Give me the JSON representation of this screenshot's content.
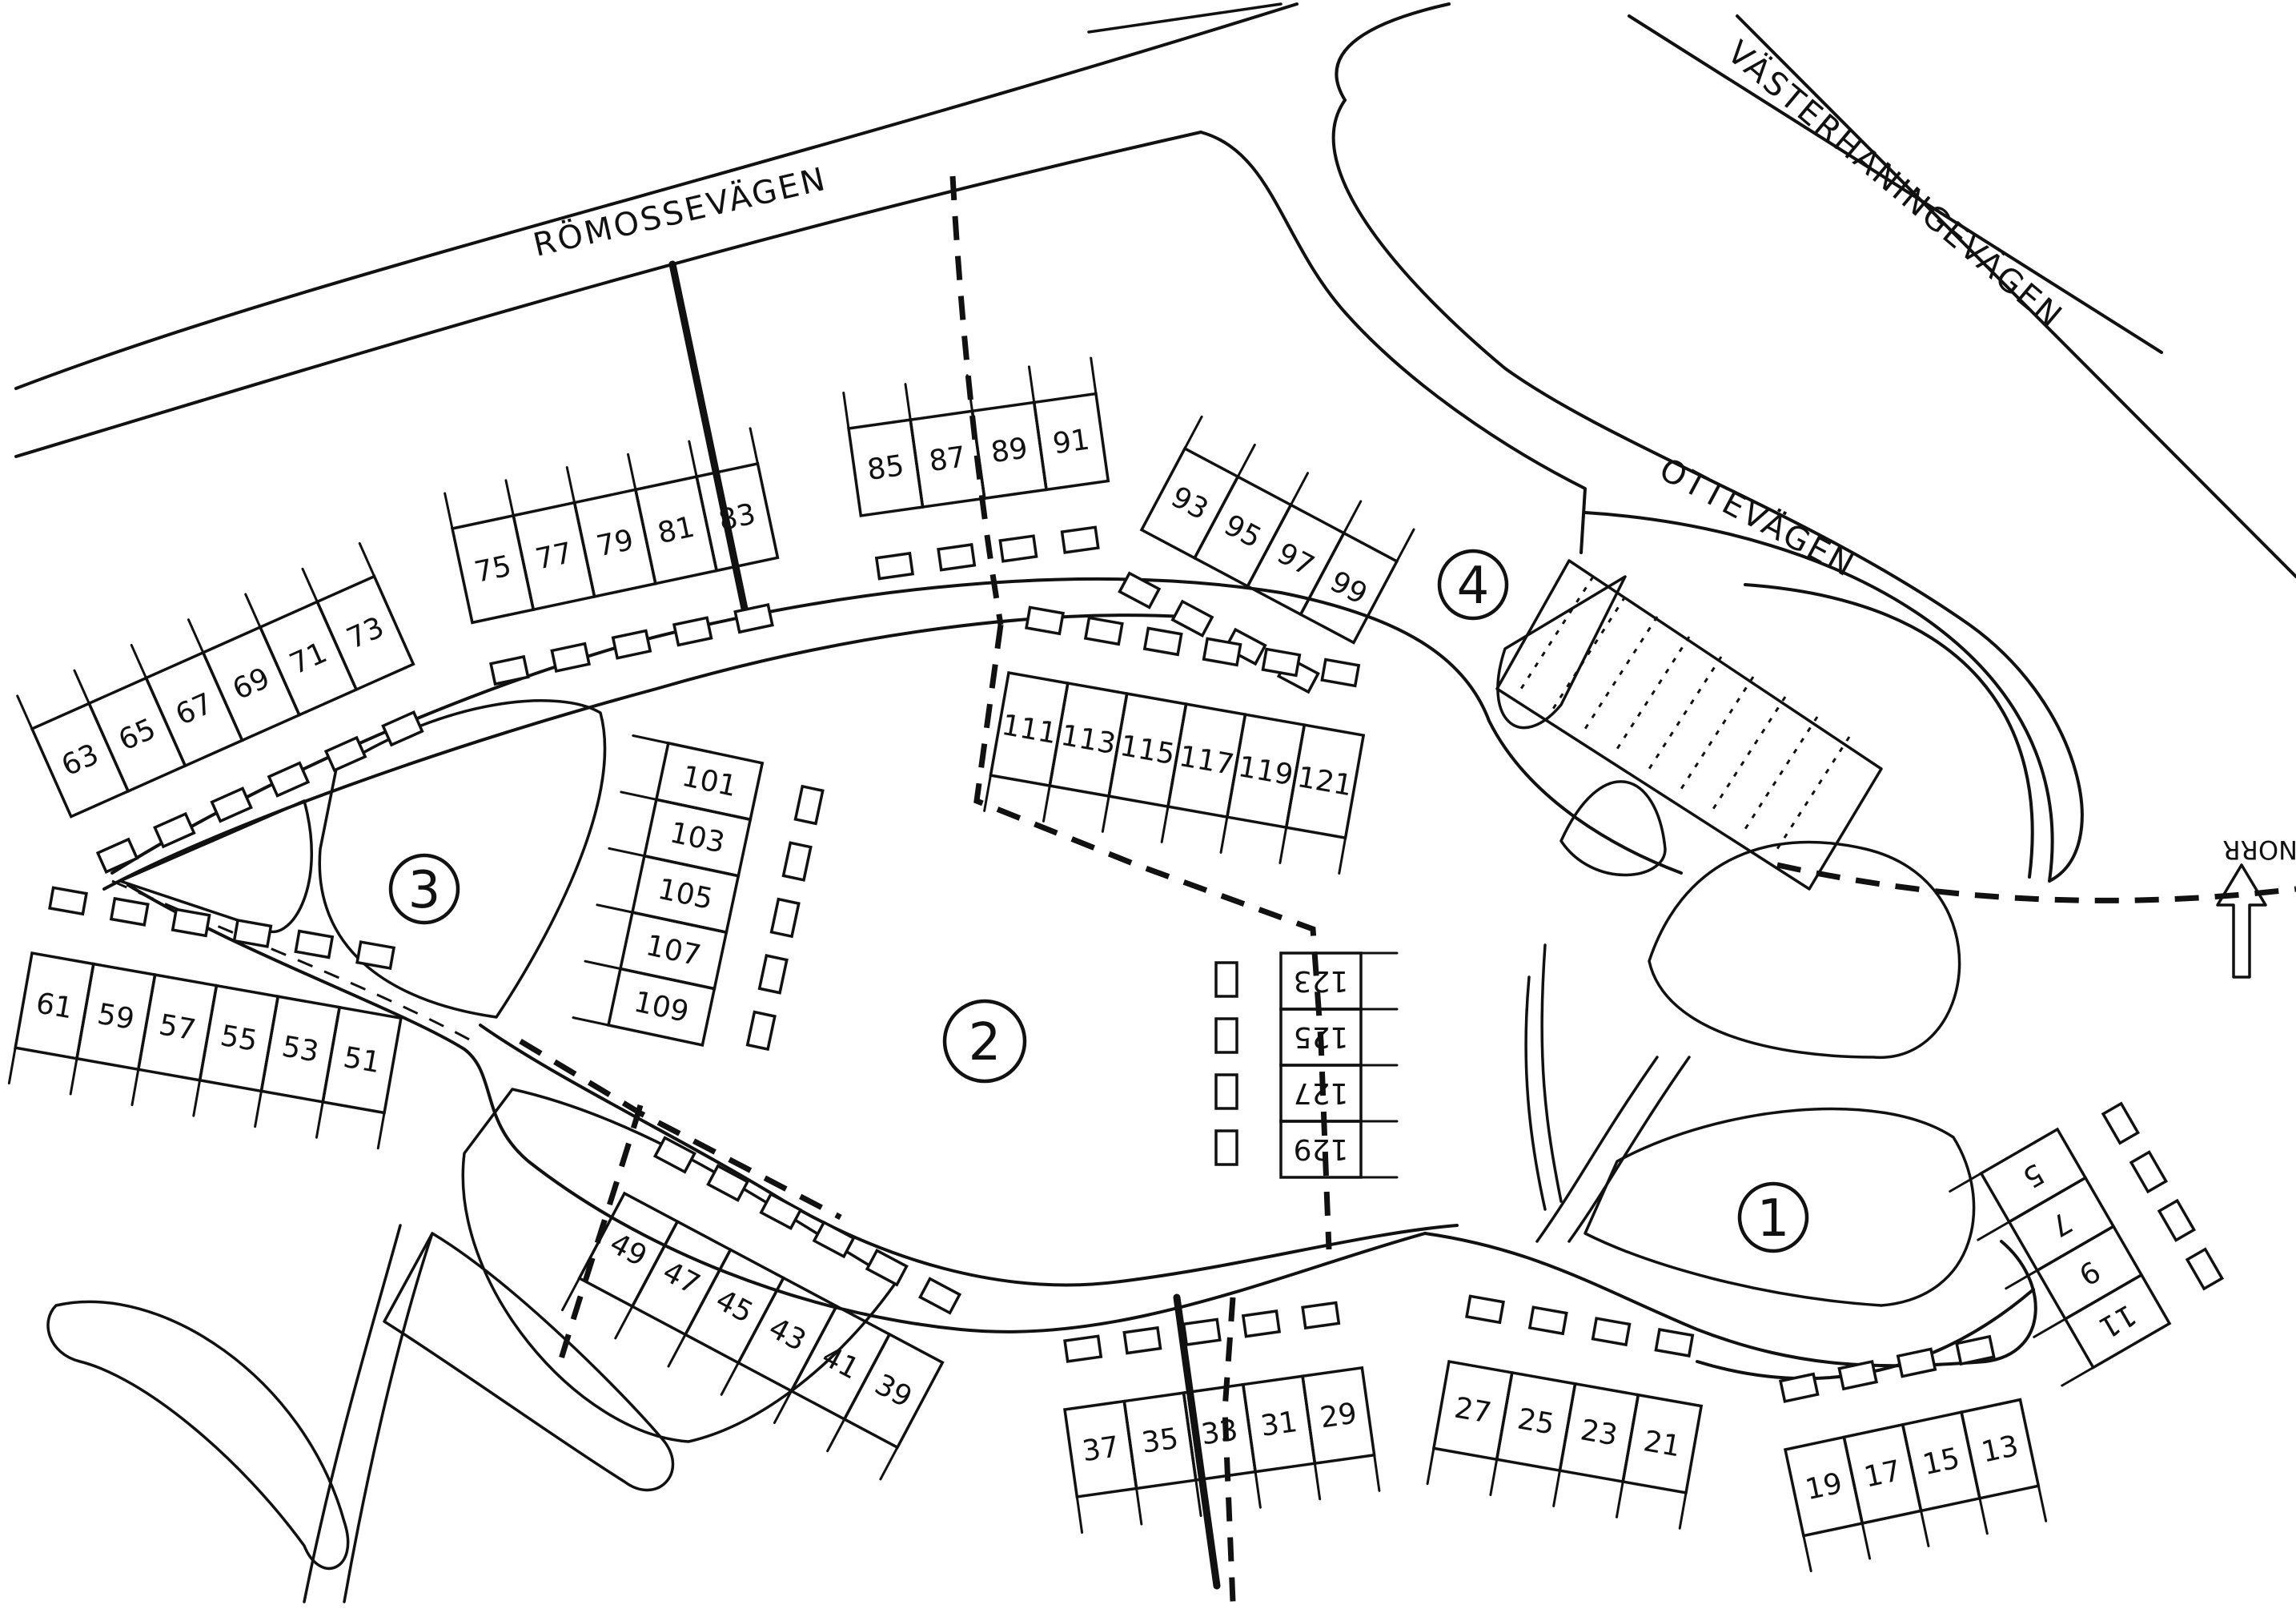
{
  "streets": {
    "romosse": "RÖMOSSEVÄGEN",
    "vasterhaninge": "VÄSTERHANINGEVÄGEN",
    "otte": "OTTEVÄGEN"
  },
  "north": {
    "label": "NORR"
  },
  "areas": [
    "1",
    "2",
    "3",
    "4"
  ],
  "houses": {
    "g1": [
      "63",
      "65",
      "67",
      "69",
      "71",
      "73"
    ],
    "g2": [
      "75",
      "77",
      "79",
      "81",
      "83"
    ],
    "g3": [
      "85",
      "87",
      "89",
      "91"
    ],
    "g4": [
      "93",
      "95",
      "97",
      "99"
    ],
    "g5": [
      "111",
      "113",
      "115",
      "117",
      "119",
      "121"
    ],
    "g6": [
      "109",
      "107",
      "105",
      "103",
      "101"
    ],
    "g7": [
      "61",
      "59",
      "57",
      "55",
      "53",
      "51"
    ],
    "g8": [
      "123",
      "125",
      "127",
      "129"
    ],
    "g9": [
      "49",
      "47",
      "45",
      "43",
      "41",
      "39"
    ],
    "g10": [
      "37",
      "35",
      "33",
      "31",
      "29"
    ],
    "g11": [
      "27",
      "25",
      "23",
      "21"
    ],
    "g12": [
      "19",
      "17",
      "15",
      "13"
    ],
    "g13": [
      "5",
      "7",
      "9",
      "11"
    ]
  }
}
